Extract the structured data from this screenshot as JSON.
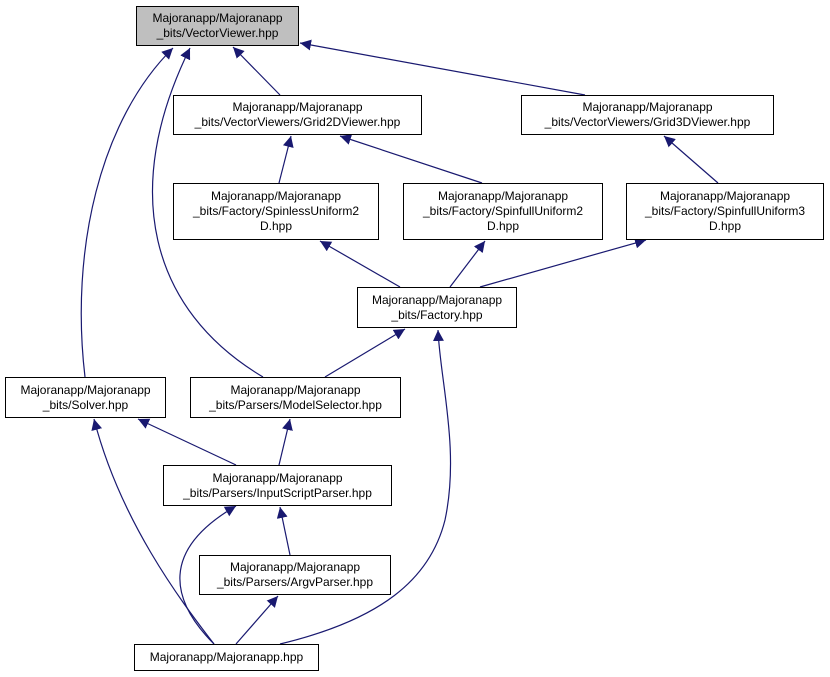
{
  "colors": {
    "edge": "#191970",
    "node_border": "#000000",
    "node_fill": "#ffffff",
    "focus_fill": "#bfbfbf"
  },
  "nodes": {
    "vectorviewer": {
      "lines": [
        "Majoranapp/Majoranapp",
        "_bits/VectorViewer.hpp"
      ]
    },
    "grid2d": {
      "lines": [
        "Majoranapp/Majoranapp",
        "_bits/VectorViewers/Grid2DViewer.hpp"
      ]
    },
    "grid3d": {
      "lines": [
        "Majoranapp/Majoranapp",
        "_bits/VectorViewers/Grid3DViewer.hpp"
      ]
    },
    "spinless2d": {
      "lines": [
        "Majoranapp/Majoranapp",
        "_bits/Factory/SpinlessUniform2",
        "D.hpp"
      ]
    },
    "spinfull2d": {
      "lines": [
        "Majoranapp/Majoranapp",
        "_bits/Factory/SpinfullUniform2",
        "D.hpp"
      ]
    },
    "spinfull3d": {
      "lines": [
        "Majoranapp/Majoranapp",
        "_bits/Factory/SpinfullUniform3",
        "D.hpp"
      ]
    },
    "factory": {
      "lines": [
        "Majoranapp/Majoranapp",
        "_bits/Factory.hpp"
      ]
    },
    "solver": {
      "lines": [
        "Majoranapp/Majoranapp",
        "_bits/Solver.hpp"
      ]
    },
    "modelselector": {
      "lines": [
        "Majoranapp/Majoranapp",
        "_bits/Parsers/ModelSelector.hpp"
      ]
    },
    "inputscript": {
      "lines": [
        "Majoranapp/Majoranapp",
        "_bits/Parsers/InputScriptParser.hpp"
      ]
    },
    "argvparser": {
      "lines": [
        "Majoranapp/Majoranapp",
        "_bits/Parsers/ArgvParser.hpp"
      ]
    },
    "majoranapp": {
      "lines": [
        "Majoranapp/Majoranapp.hpp"
      ]
    }
  },
  "edges": [
    [
      "grid2d",
      "vectorviewer"
    ],
    [
      "grid3d",
      "vectorviewer"
    ],
    [
      "solver",
      "vectorviewer"
    ],
    [
      "modelselector",
      "vectorviewer"
    ],
    [
      "spinless2d",
      "grid2d"
    ],
    [
      "spinfull2d",
      "grid2d"
    ],
    [
      "spinfull3d",
      "grid3d"
    ],
    [
      "factory",
      "spinless2d"
    ],
    [
      "factory",
      "spinfull2d"
    ],
    [
      "factory",
      "spinfull3d"
    ],
    [
      "modelselector",
      "factory"
    ],
    [
      "majoranapp",
      "factory"
    ],
    [
      "inputscript",
      "solver"
    ],
    [
      "majoranapp",
      "solver"
    ],
    [
      "inputscript",
      "modelselector"
    ],
    [
      "argvparser",
      "inputscript"
    ],
    [
      "majoranapp",
      "inputscript"
    ],
    [
      "majoranapp",
      "argvparser"
    ]
  ]
}
